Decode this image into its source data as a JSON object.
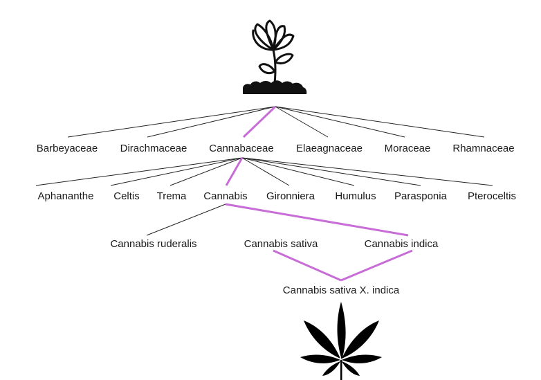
{
  "colors": {
    "line": "#222222",
    "highlight": "#c86dd7",
    "icon": "#111111"
  },
  "icons": {
    "top": "flower-plant-icon",
    "bottom": "cannabis-leaf-icon"
  },
  "families": [
    "Barbeyaceae",
    "Dirachmaceae",
    "Cannabaceae",
    "Elaeagnaceae",
    "Moraceae",
    "Rhamnaceae"
  ],
  "genera": [
    "Aphananthe",
    "Celtis",
    "Trema",
    "Cannabis",
    "Gironniera",
    "Humulus",
    "Parasponia",
    "Pteroceltis"
  ],
  "species": [
    "Cannabis ruderalis",
    "Cannabis sativa",
    "Cannabis indica"
  ],
  "hybrid": "Cannabis sativa X. indica"
}
